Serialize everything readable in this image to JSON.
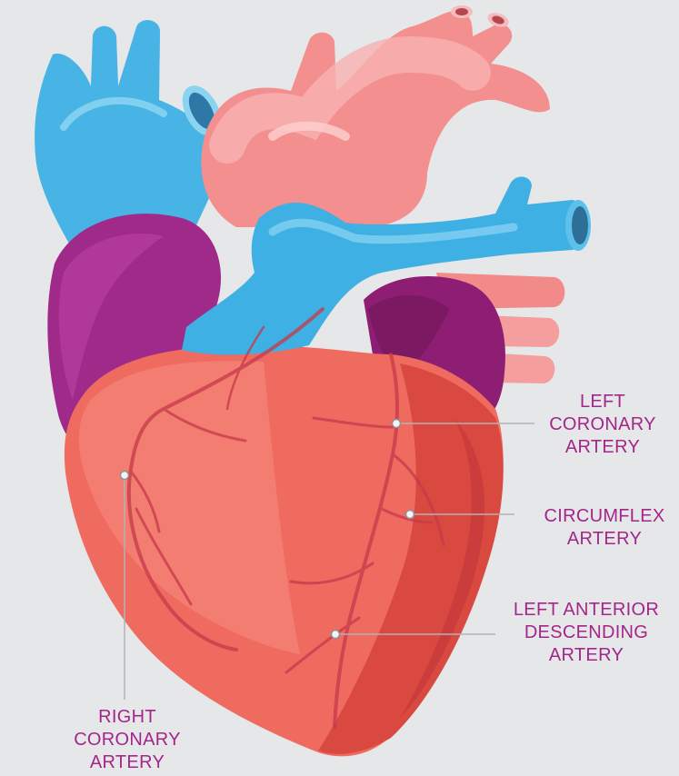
{
  "labels": {
    "left_coronary": {
      "line1": "LEFT",
      "line2": "CORONARY",
      "line3": "ARTERY"
    },
    "circumflex": {
      "line1": "CIRCUMFLEX",
      "line2": "ARTERY"
    },
    "left_anterior": {
      "line1": "LEFT ANTERIOR",
      "line2": "DESCENDING",
      "line3": "ARTERY"
    },
    "right_coronary": {
      "line1": "RIGHT",
      "line2": "CORONARY",
      "line3": "ARTERY"
    }
  },
  "colors": {
    "background": "#e6e7e8",
    "label_text": "#a4268a",
    "vein_blue": "#3fb0e3",
    "aorta_pink": "#f59a9a",
    "atrium_purple": "#a02a8a",
    "ventricle_red": "#ef6a5f",
    "leader_line": "#b0b3b5"
  }
}
